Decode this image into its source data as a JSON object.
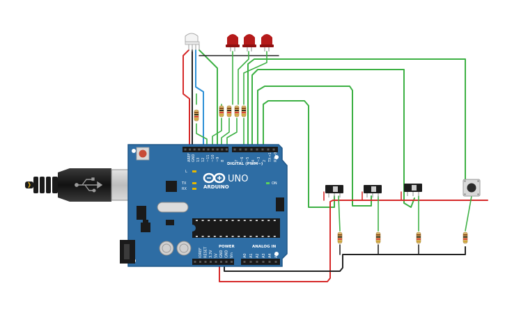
{
  "board": {
    "brand": "ARDUINO",
    "model": "UNO",
    "digital_header_label": "DIGITAL (PWM~)",
    "power_header_label": "POWER",
    "analog_header_label": "ANALOG IN",
    "on_label": "ON",
    "led_labels": [
      "L",
      "TX",
      "RX"
    ],
    "digital_pins": [
      "AREF",
      "GND",
      "13",
      "12",
      "~11",
      "~10",
      "~9",
      "8",
      "7",
      "~6",
      "~5",
      "4",
      "~3",
      "2",
      "TX→1",
      "RX←0"
    ],
    "power_pins": [
      "IOREF",
      "RESET",
      "3.3V",
      "5V",
      "GND",
      "GND",
      "Vin"
    ],
    "analog_pins": [
      "A0",
      "A1",
      "A2",
      "A3",
      "A4",
      "A5"
    ]
  },
  "colors": {
    "board": "#2e6da4",
    "board_edge": "#1f5687",
    "wire_green": "#3cb043",
    "wire_red": "#d62828",
    "wire_black": "#222222",
    "wire_blue": "#2b8fd6",
    "led_red": "#b51a1a",
    "resistor": "#d9b46a"
  },
  "icons": {
    "logo": "arduino-infinity-logo",
    "usb": "usb-trident-icon"
  }
}
